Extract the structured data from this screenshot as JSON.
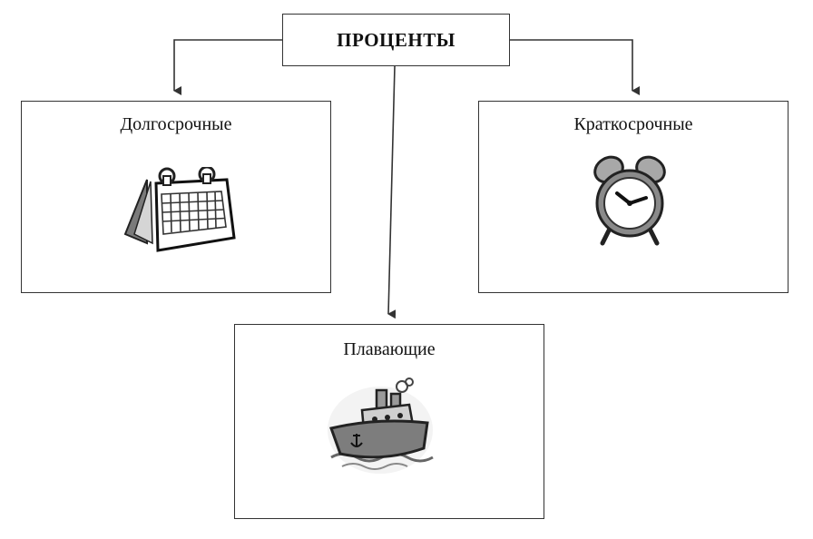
{
  "diagram": {
    "root": {
      "label": "ПРОЦЕНТЫ"
    },
    "children": [
      {
        "id": "long",
        "label": "Долгосрочные",
        "icon": "calendar-icon"
      },
      {
        "id": "short",
        "label": "Краткосрочные",
        "icon": "alarm-clock-icon"
      },
      {
        "id": "float",
        "label": "Плавающие",
        "icon": "ship-icon"
      }
    ],
    "colors": {
      "line": "#333333",
      "box_border": "#333333",
      "icon_gray": "#9a9a9a"
    }
  }
}
